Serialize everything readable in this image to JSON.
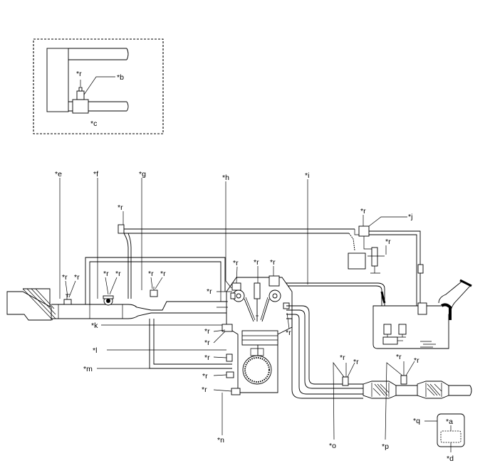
{
  "callouts": {
    "a": "*a",
    "b": "*b",
    "c": "*c",
    "d": "*d",
    "e": "*e",
    "f": "*f",
    "g": "*g",
    "h": "*h",
    "i": "*i",
    "j": "*j",
    "k": "*k",
    "l": "*l",
    "m": "*m",
    "n": "*n",
    "o": "*o",
    "p": "*p",
    "q": "*q",
    "r": "*r"
  }
}
